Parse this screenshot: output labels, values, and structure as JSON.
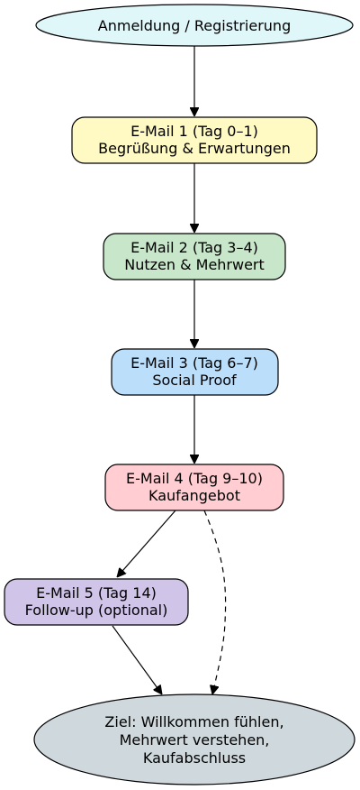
{
  "nodes": {
    "start": {
      "lines": [
        "Anmeldung / Registrierung"
      ],
      "color": "#e0f7fa"
    },
    "email1": {
      "lines": [
        "E-Mail 1 (Tag 0–1)",
        "Begrüßung & Erwartungen"
      ],
      "color": "#fff9c4"
    },
    "email2": {
      "lines": [
        "E-Mail 2 (Tag 3–4)",
        "Nutzen & Mehrwert"
      ],
      "color": "#c8e6c9"
    },
    "email3": {
      "lines": [
        "E-Mail 3 (Tag 6–7)",
        "Social Proof"
      ],
      "color": "#bbdefb"
    },
    "email4": {
      "lines": [
        "E-Mail 4 (Tag 9–10)",
        "Kaufangebot"
      ],
      "color": "#ffcdd2"
    },
    "email5": {
      "lines": [
        "E-Mail 5 (Tag 14)",
        "Follow-up (optional)"
      ],
      "color": "#d1c4e9"
    },
    "goal": {
      "lines": [
        "Ziel: Willkommen fühlen,",
        "Mehrwert verstehen,",
        "Kaufabschluss"
      ],
      "color": "#cfd8dc"
    }
  },
  "edges": [
    {
      "from": "start",
      "to": "email1",
      "style": "solid"
    },
    {
      "from": "email1",
      "to": "email2",
      "style": "solid"
    },
    {
      "from": "email2",
      "to": "email3",
      "style": "solid"
    },
    {
      "from": "email3",
      "to": "email4",
      "style": "solid"
    },
    {
      "from": "email4",
      "to": "email5",
      "style": "solid"
    },
    {
      "from": "email5",
      "to": "goal",
      "style": "solid"
    },
    {
      "from": "email4",
      "to": "goal",
      "style": "dashed"
    }
  ]
}
